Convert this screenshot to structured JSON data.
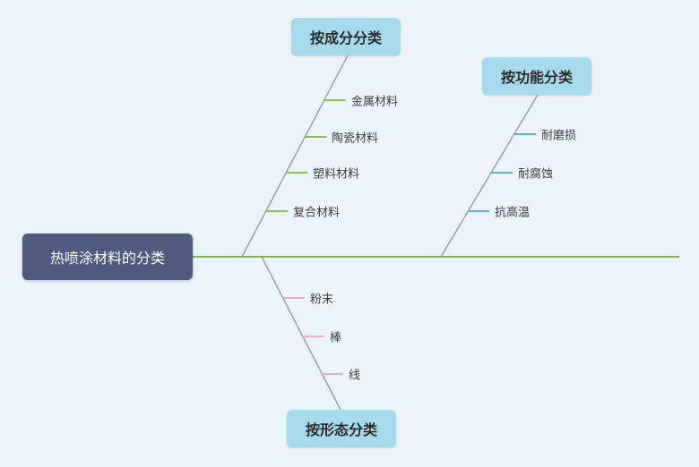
{
  "diagram": {
    "root": {
      "label": "热喷涂材料的分类"
    },
    "branches": [
      {
        "label": "按成分分类",
        "items": [
          "金属材料",
          "陶瓷材料",
          "塑料材料",
          "复合材料"
        ],
        "tick_color": "#8bc34a"
      },
      {
        "label": "按功能分类",
        "items": [
          "耐磨损",
          "耐腐蚀",
          "抗高温"
        ],
        "tick_color": "#56b6d9"
      },
      {
        "label": "按形态分类",
        "items": [
          "粉末",
          "棒",
          "线"
        ],
        "tick_color": "#f0a6d0"
      }
    ],
    "colors": {
      "bg": "#eaf4fa",
      "spine": "#7fb94e",
      "line": "#9aa0a6",
      "root_bg": "#4e5a7e",
      "root_text": "#ffffff",
      "branch_bg": "#a6d9ea",
      "branch_text": "#2b2b2b",
      "tick_0": "#8bc34a",
      "tick_1": "#56b6d9",
      "tick_2": "#f0a6d0"
    }
  }
}
